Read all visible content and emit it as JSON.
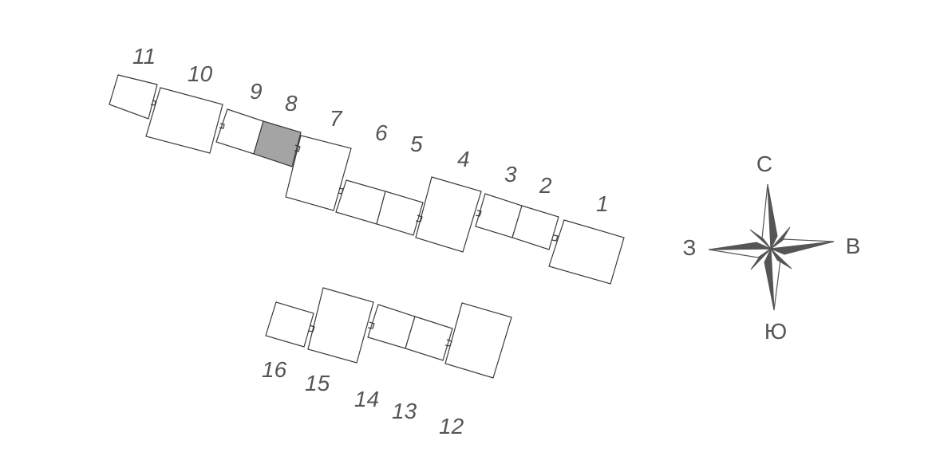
{
  "plan": {
    "sections": [
      {
        "id": "1",
        "label": "1",
        "selected": false
      },
      {
        "id": "2",
        "label": "2",
        "selected": false
      },
      {
        "id": "3",
        "label": "3",
        "selected": false
      },
      {
        "id": "4",
        "label": "4",
        "selected": false
      },
      {
        "id": "5",
        "label": "5",
        "selected": false
      },
      {
        "id": "6",
        "label": "6",
        "selected": false
      },
      {
        "id": "7",
        "label": "7",
        "selected": false
      },
      {
        "id": "8",
        "label": "8",
        "selected": true
      },
      {
        "id": "9",
        "label": "9",
        "selected": false
      },
      {
        "id": "10",
        "label": "10",
        "selected": false
      },
      {
        "id": "11",
        "label": "11",
        "selected": false
      },
      {
        "id": "12",
        "label": "12",
        "selected": false
      },
      {
        "id": "13",
        "label": "13",
        "selected": false
      },
      {
        "id": "14",
        "label": "14",
        "selected": false
      },
      {
        "id": "15",
        "label": "15",
        "selected": false
      },
      {
        "id": "16",
        "label": "16",
        "selected": false
      }
    ]
  },
  "compass": {
    "north": "С",
    "east": "В",
    "south": "Ю",
    "west": "З"
  },
  "colors": {
    "selected_fill": "#a4a4a4",
    "outline": "#3a3a3a",
    "label": "#555555"
  }
}
